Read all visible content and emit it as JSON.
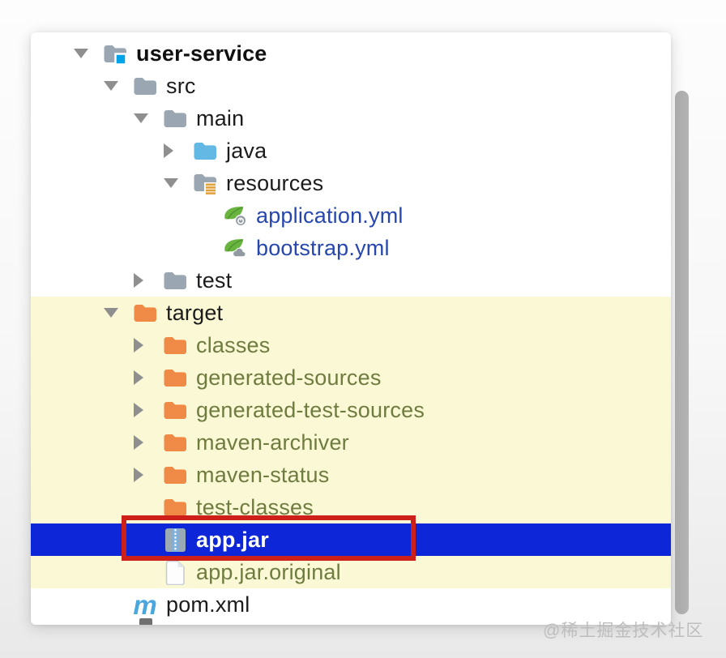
{
  "window": {
    "watermark": "@稀土掘金技术社区"
  },
  "colors": {
    "selection_blue": "#0D26D8",
    "excluded_row_yellow": "#FBF8D5",
    "annotation_red": "#CE201B",
    "navy_text": "#2847AC",
    "olive_text": "#6E7C3F",
    "folder_gray": "#9AA7B2",
    "folder_orange": "#F08A47",
    "folder_blue": "#64B9E4",
    "module_badge_blue": "#00A3E8",
    "resources_badge_amber": "#E2A23B",
    "spring_green": "#68B43E",
    "badge_gray": "#9199A1",
    "maven_blue": "#49A6DE",
    "chevron_gray": "#8F8F8F"
  },
  "tree": {
    "items": [
      {
        "label": "user-service",
        "level": 0,
        "chevron": "down",
        "icon": "module-folder",
        "style": "bold-black",
        "bg": "white"
      },
      {
        "label": "src",
        "level": 1,
        "chevron": "down",
        "icon": "folder-gray",
        "style": "black",
        "bg": "white"
      },
      {
        "label": "main",
        "level": 2,
        "chevron": "down",
        "icon": "folder-gray",
        "style": "black",
        "bg": "white"
      },
      {
        "label": "java",
        "level": 3,
        "chevron": "right",
        "icon": "folder-blue",
        "style": "black",
        "bg": "white"
      },
      {
        "label": "resources",
        "level": 3,
        "chevron": "down",
        "icon": "folder-resources",
        "style": "black",
        "bg": "white"
      },
      {
        "label": "application.yml",
        "level": 4,
        "chevron": "none",
        "icon": "spring-boot",
        "style": "navy",
        "bg": "white"
      },
      {
        "label": "bootstrap.yml",
        "level": 4,
        "chevron": "none",
        "icon": "spring-cloud",
        "style": "navy",
        "bg": "white"
      },
      {
        "label": "test",
        "level": 2,
        "chevron": "right",
        "icon": "folder-gray",
        "style": "black",
        "bg": "white"
      },
      {
        "label": "target",
        "level": 1,
        "chevron": "down",
        "icon": "folder-orange",
        "style": "black",
        "bg": "yellow"
      },
      {
        "label": "classes",
        "level": 2,
        "chevron": "right",
        "icon": "folder-orange",
        "style": "olive",
        "bg": "yellow"
      },
      {
        "label": "generated-sources",
        "level": 2,
        "chevron": "right",
        "icon": "folder-orange",
        "style": "olive",
        "bg": "yellow"
      },
      {
        "label": "generated-test-sources",
        "level": 2,
        "chevron": "right",
        "icon": "folder-orange",
        "style": "olive",
        "bg": "yellow"
      },
      {
        "label": "maven-archiver",
        "level": 2,
        "chevron": "right",
        "icon": "folder-orange",
        "style": "olive",
        "bg": "yellow"
      },
      {
        "label": "maven-status",
        "level": 2,
        "chevron": "right",
        "icon": "folder-orange",
        "style": "olive",
        "bg": "yellow"
      },
      {
        "label": "test-classes",
        "level": 2,
        "chevron": "none",
        "icon": "folder-orange",
        "style": "olive",
        "bg": "yellow"
      },
      {
        "label": "app.jar",
        "level": 2,
        "chevron": "none",
        "icon": "jar-archive",
        "style": "white-bold",
        "bg": "selected",
        "selected": true,
        "annotated": true
      },
      {
        "label": "app.jar.original",
        "level": 2,
        "chevron": "none",
        "icon": "file-plain",
        "style": "olive",
        "bg": "yellow"
      },
      {
        "label": "pom.xml",
        "level": 1,
        "chevron": "none",
        "icon": "maven",
        "style": "black",
        "bg": "white"
      }
    ]
  }
}
